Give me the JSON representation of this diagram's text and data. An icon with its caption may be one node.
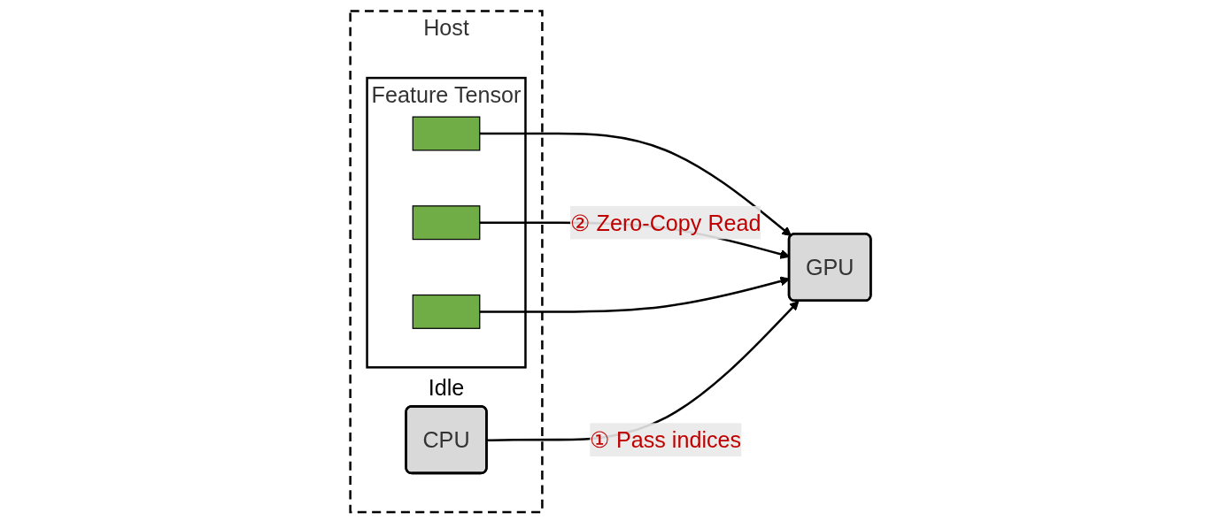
{
  "diagram": {
    "nodes": [
      {
        "text": [
          "Host"
        ]
      },
      {
        "text": [
          "CPU"
        ],
        "in": 0,
        "beside": [
          "Idle"
        ]
      },
      {
        "text": [
          "Feature Tensor"
        ],
        "in": 0
      },
      {
        "text": [],
        "shape": "bar",
        "in": 2
      },
      {
        "text": [],
        "shape": "bar",
        "in": 2
      },
      {
        "text": [],
        "shape": "bar",
        "in": 2
      },
      {
        "text": [
          "GPU"
        ]
      }
    ],
    "edges": [
      {
        "from": 3,
        "to": 6,
        "arrow": "to"
      },
      {
        "from": 4,
        "to": 6,
        "arrow": "to",
        "label": "② Zero-Copy Read"
      },
      {
        "from": 5,
        "to": 6,
        "arrow": "to"
      },
      {
        "from": 1,
        "to": 6,
        "arrow": "to",
        "label": "① Pass indices"
      }
    ]
  }
}
